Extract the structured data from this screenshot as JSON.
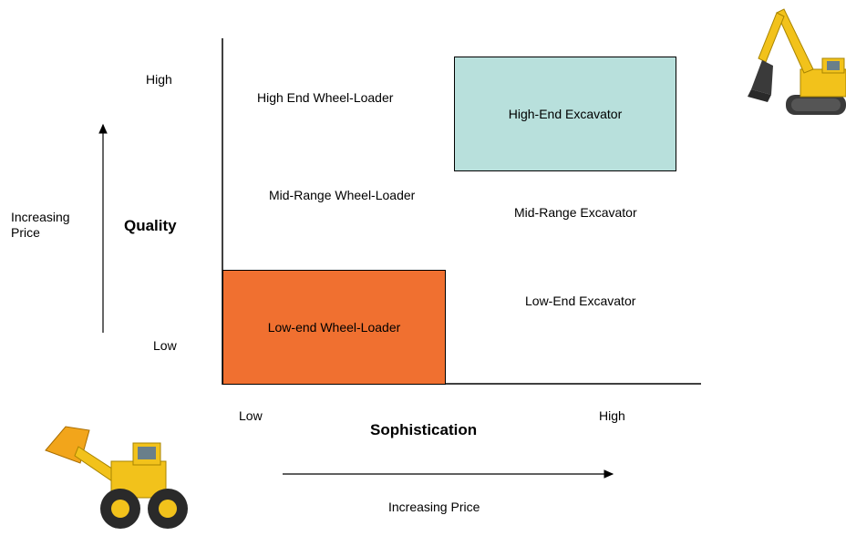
{
  "y_axis": {
    "title": "Quality",
    "high": "High",
    "low": "Low",
    "side_label": "Increasing\nPrice"
  },
  "x_axis": {
    "title": "Sophistication",
    "low": "Low",
    "high": "High",
    "bottom_label": "Increasing Price"
  },
  "items": {
    "high_end_wheel_loader": "High End Wheel-Loader",
    "mid_range_wheel_loader": "Mid-Range Wheel-Loader",
    "low_end_wheel_loader": "Low-end Wheel-Loader",
    "high_end_excavator": "High-End Excavator",
    "mid_range_excavator": "Mid-Range Excavator",
    "low_end_excavator": "Low-End Excavator"
  },
  "colors": {
    "low_end_box": "#f07030",
    "high_end_box": "#b8e0dc",
    "machine_yellow": "#f2c21b"
  },
  "icons": {
    "top_right": "excavator-icon",
    "bottom_left": "wheel-loader-icon"
  }
}
